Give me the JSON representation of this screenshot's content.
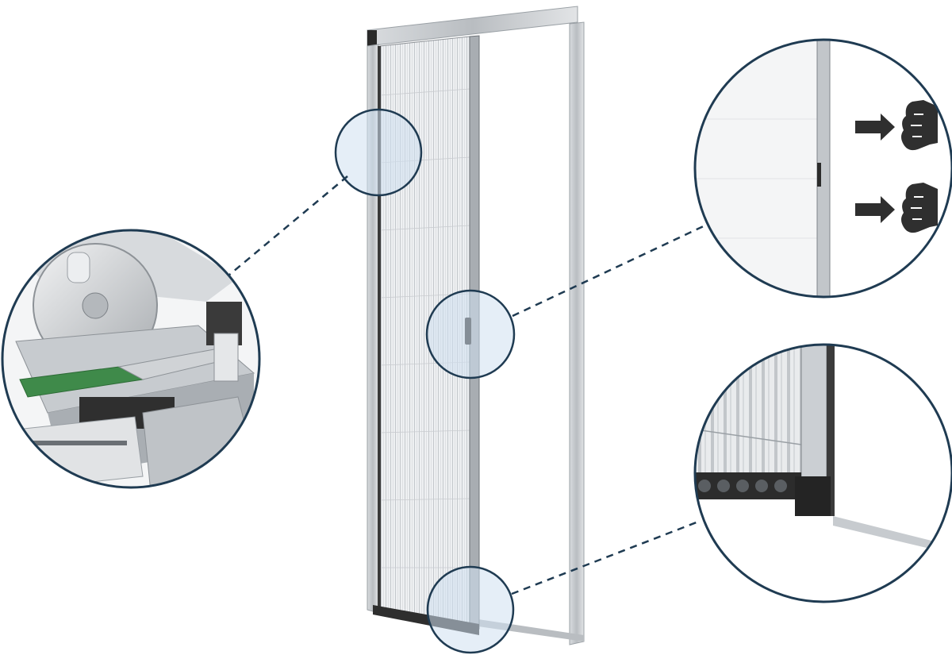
{
  "image": {
    "subject": "pleated-screen-door-product-illustration",
    "colors": {
      "background": "#ffffff",
      "frame": "#c9ccd0",
      "frame_shadow": "#8e9297",
      "mesh": "#e8eaec",
      "callout_ring": "#1f3b52",
      "highlight_fill": "#cfe0f0",
      "handle": "#2b2b2b",
      "arrow": "#2f2f2f",
      "saw_green": "#3f8a4a"
    },
    "icons": [
      "arrow-right-icon",
      "hand-push-icon",
      "saw-blade",
      "bottom-rail-rollers"
    ]
  }
}
